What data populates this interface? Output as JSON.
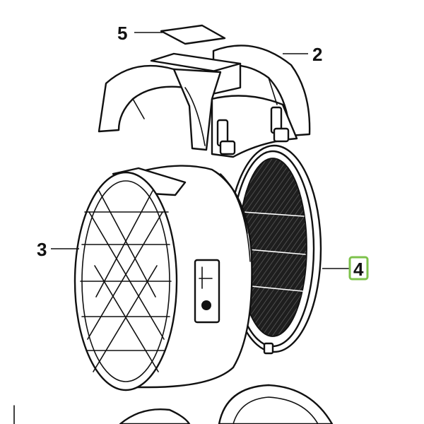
{
  "diagram": {
    "callouts": [
      {
        "id": "1",
        "label": "5",
        "highlighted": false
      },
      {
        "id": "2",
        "label": "2",
        "highlighted": false
      },
      {
        "id": "3",
        "label": "3",
        "highlighted": false
      },
      {
        "id": "4",
        "label": "4",
        "highlighted": true
      }
    ],
    "colors": {
      "line": "#111111",
      "background": "#ffffff",
      "highlight_box": "#7dc24b",
      "mesh_dark": "#1e1e1e"
    }
  }
}
